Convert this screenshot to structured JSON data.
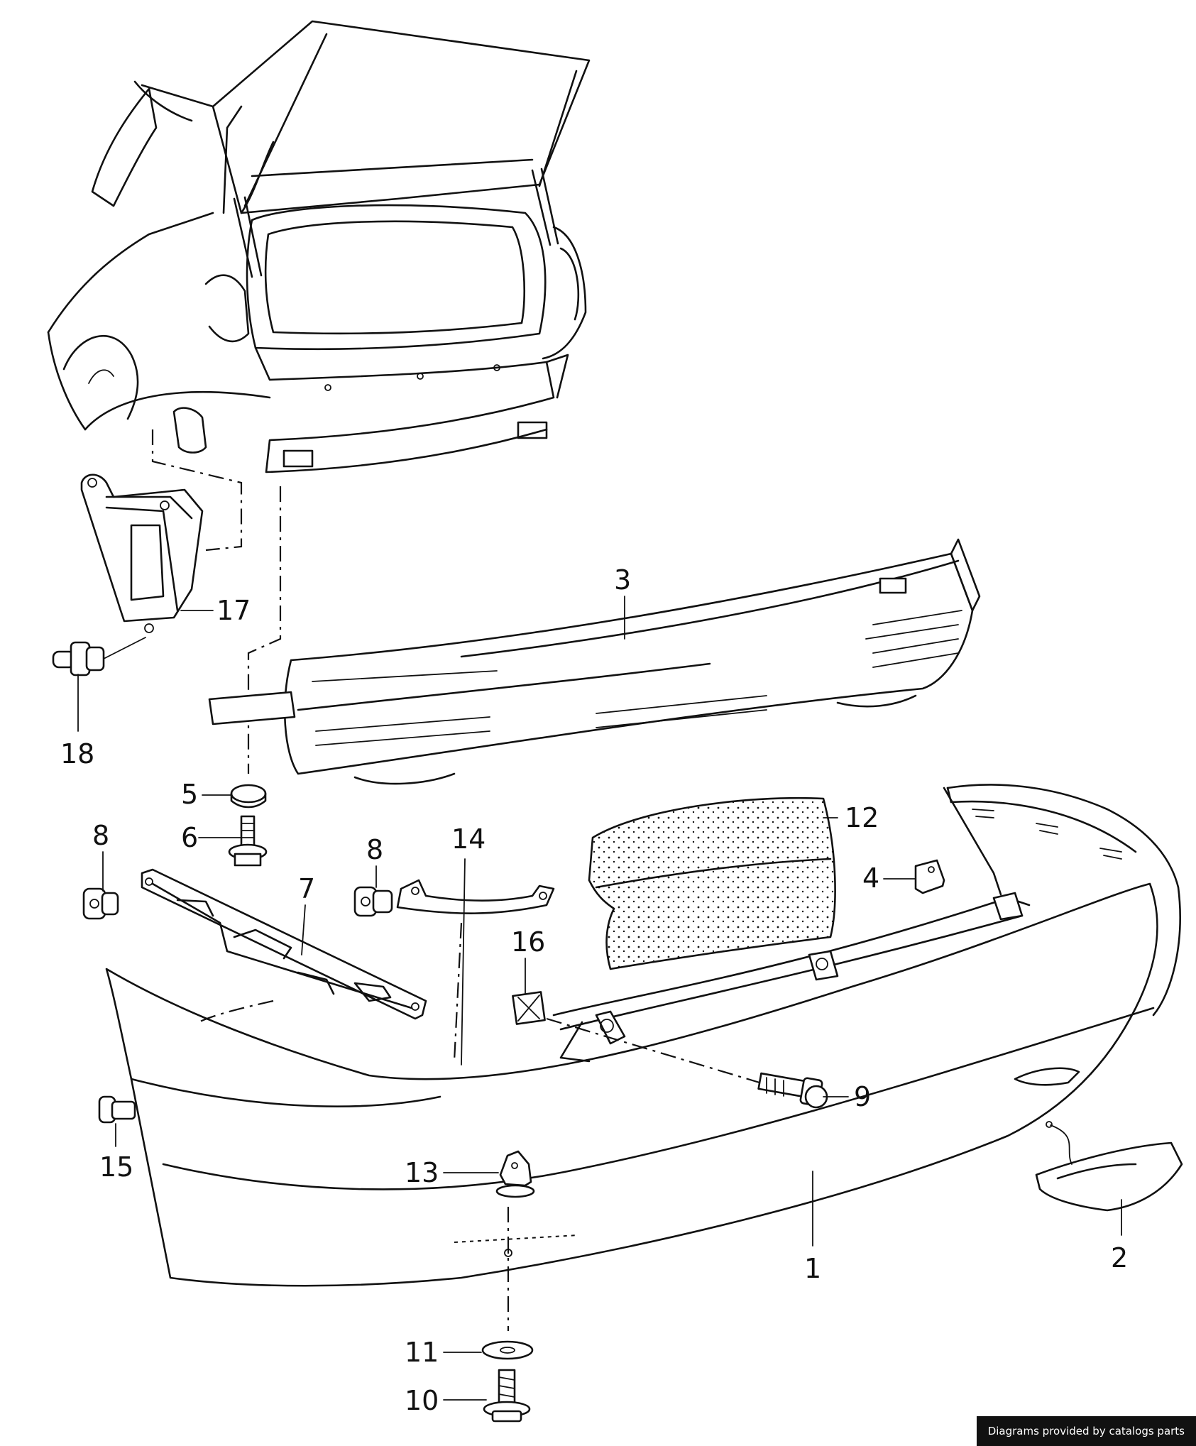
{
  "callouts": [
    {
      "id": "1",
      "label": "1"
    },
    {
      "id": "2",
      "label": "2"
    },
    {
      "id": "3",
      "label": "3"
    },
    {
      "id": "4",
      "label": "4"
    },
    {
      "id": "5",
      "label": "5"
    },
    {
      "id": "6",
      "label": "6"
    },
    {
      "id": "7",
      "label": "7"
    },
    {
      "id": "8a",
      "label": "8"
    },
    {
      "id": "8b",
      "label": "8"
    },
    {
      "id": "9",
      "label": "9"
    },
    {
      "id": "10",
      "label": "10"
    },
    {
      "id": "11",
      "label": "11"
    },
    {
      "id": "12",
      "label": "12"
    },
    {
      "id": "13",
      "label": "13"
    },
    {
      "id": "14",
      "label": "14"
    },
    {
      "id": "15",
      "label": "15"
    },
    {
      "id": "16",
      "label": "16"
    },
    {
      "id": "17",
      "label": "17"
    },
    {
      "id": "18",
      "label": "18"
    }
  ],
  "watermark": "Diagrams provided by catalogs parts"
}
